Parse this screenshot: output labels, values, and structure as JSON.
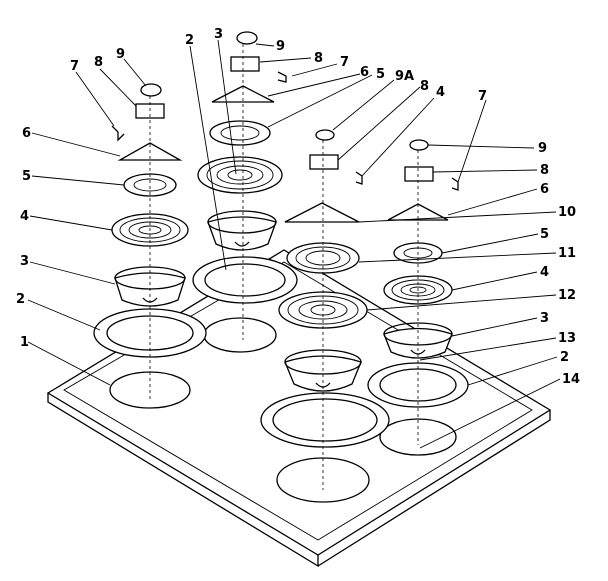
{
  "callouts": {
    "c1": "1",
    "c2a": "2",
    "c2b": "2",
    "c2c": "2",
    "c3a": "3",
    "c3b": "3",
    "c3c": "3",
    "c4a": "4",
    "c4b": "4",
    "c4c": "4",
    "c5a": "5",
    "c5b": "5",
    "c5c": "5",
    "c6a": "6",
    "c6b": "6",
    "c6c": "6",
    "c7a": "7",
    "c7b": "7",
    "c7c": "7",
    "c8a": "8",
    "c8b": "8",
    "c8c": "8",
    "c8d": "8",
    "c9a": "9",
    "c9b": "9",
    "c9c": "9",
    "c9A": "9A",
    "c10": "10",
    "c11": "11",
    "c12": "12",
    "c13": "13",
    "c14": "14"
  }
}
